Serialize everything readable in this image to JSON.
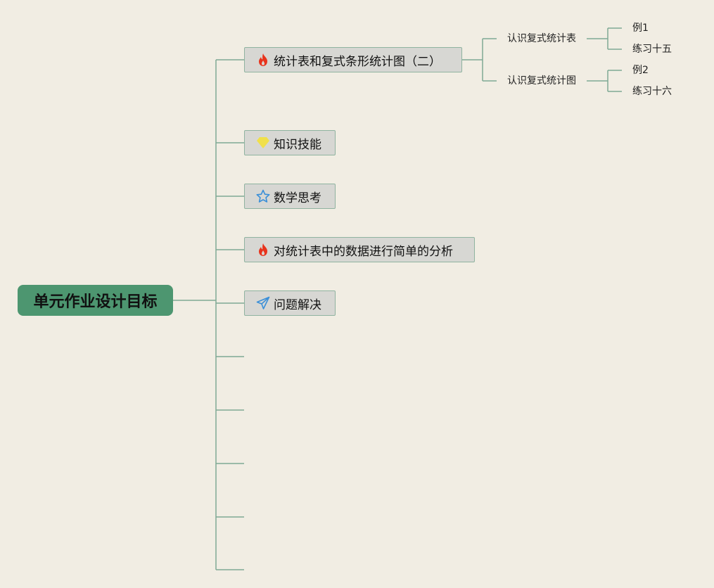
{
  "root": {
    "label": "单元作业设计目标"
  },
  "branches": [
    {
      "label": "统计表和复式条形统计图（二）",
      "icon": "fire-icon",
      "icon_color": "#e8331c"
    },
    {
      "label": "知识技能",
      "icon": "diamond-icon",
      "icon_color": "#f0e04a"
    },
    {
      "label": "数学思考",
      "icon": "star-icon",
      "icon_color": "#3a8fd8"
    },
    {
      "label": "对统计表中的数据进行简单的分析",
      "icon": "fire-icon",
      "icon_color": "#e8331c"
    },
    {
      "label": "问题解决",
      "icon": "paper-plane-icon",
      "icon_color": "#3a8fd8"
    }
  ],
  "sub_nodes": [
    {
      "label": "认识复式统计表",
      "children": [
        "例1",
        "练习十五"
      ]
    },
    {
      "label": "认识复式统计图",
      "children": [
        "例2",
        "练习十六"
      ]
    }
  ],
  "colors": {
    "line": "#7fa995",
    "root": "#4d9670",
    "node_bg": "#d7d7d3",
    "background": "#f1ede3"
  }
}
